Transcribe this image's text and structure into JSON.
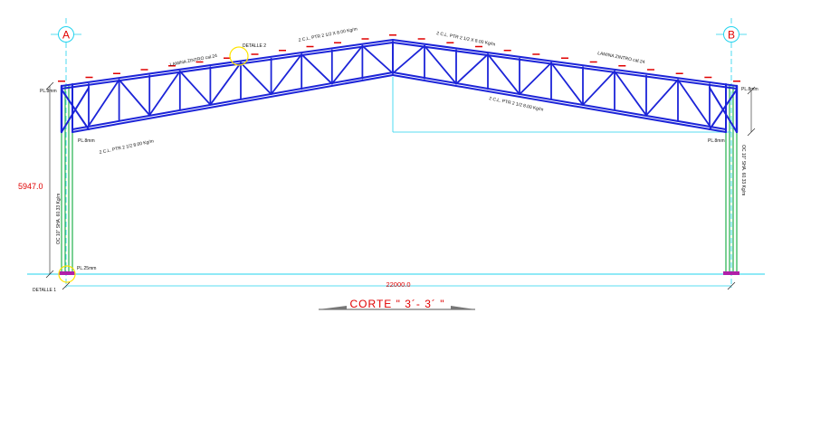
{
  "axes": {
    "a": "A",
    "b": "B"
  },
  "dimensions": {
    "span": "22000.0",
    "height": "5947.0"
  },
  "title": "CORTE \" 3´- 3´ \"",
  "notes": {
    "detalle_2": "DETALLE 2",
    "detalle_1": "DETALLE 1",
    "top_left": "2 C.L. PTR 2 1/2 X 8.00 Kg/m",
    "top_right": "2 C.L. PTR 2 1/2 X 8.00 Kg/m",
    "bottom_left": "2 C.L. PTR 2 1/2 8.00 Kg/m",
    "bottom_right": "2 C.L. PTR 2 1/2 8.00 Kg/m",
    "lamina_left": "LAMINA ZINTRO cal.24",
    "lamina_right": "LAMINA ZINTRO cal.24",
    "pl_left_top": "PL.8mm",
    "pl_right_top": "PL.8mm",
    "pl_left_bottom": "PL.8mm",
    "pl_right_bottom": "PL.8mm",
    "pl_base": "PL.25mm",
    "column_left": "OC 10\" SHA. 60.33 Kg/m",
    "column_right": "OC 10\" SHA. 60.33 Kg/m"
  },
  "colors": {
    "truss": "#1c24d8",
    "dimension": "#e00000",
    "cyan_line": "#22d3ee",
    "column": "#22b14c",
    "highlight": "#ffe400"
  }
}
